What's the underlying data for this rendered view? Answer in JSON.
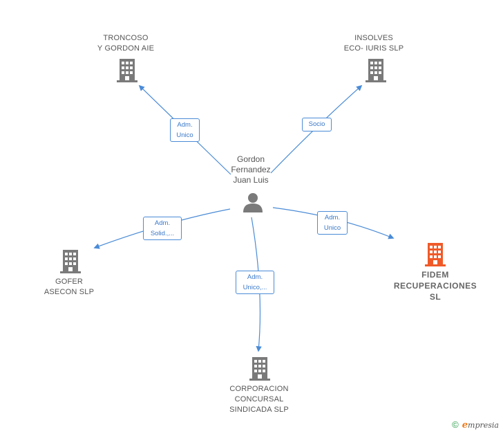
{
  "center": {
    "name": "Gordon\nFernandez\nJuan Luis",
    "icon": "person-icon"
  },
  "nodes": [
    {
      "id": "troncoso",
      "label": "TRONCOSO\nY GORDON  AIE",
      "icon": "building-icon",
      "highlight": false
    },
    {
      "id": "insolves",
      "label": "INSOLVES\nECO- IURIS SLP",
      "icon": "building-icon",
      "highlight": false
    },
    {
      "id": "gofer",
      "label": "GOFER\nASECON SLP",
      "icon": "building-icon",
      "highlight": false
    },
    {
      "id": "fidem",
      "label": "FIDEM\nRECUPERACIONES\nSL",
      "icon": "building-icon",
      "highlight": true
    },
    {
      "id": "corporacion",
      "label": "CORPORACION\nCONCURSAL\nSINDICADA  SLP",
      "icon": "building-icon",
      "highlight": false
    }
  ],
  "edges": [
    {
      "to": "troncoso",
      "label": "Adm.\nUnico"
    },
    {
      "to": "insolves",
      "label": "Socio"
    },
    {
      "to": "gofer",
      "label": "Adm.\nSolid.,..."
    },
    {
      "to": "fidem",
      "label": "Adm.\nUnico"
    },
    {
      "to": "corporacion",
      "label": "Adm.\nUnico,..."
    }
  ],
  "colors": {
    "edge": "#4a8bd6",
    "building": "#7a7a7a",
    "building_highlight": "#f05a28",
    "person": "#7a7a7a"
  },
  "footer": {
    "copyright": "©",
    "brand_initial": "e",
    "brand_rest": "mpresia"
  }
}
